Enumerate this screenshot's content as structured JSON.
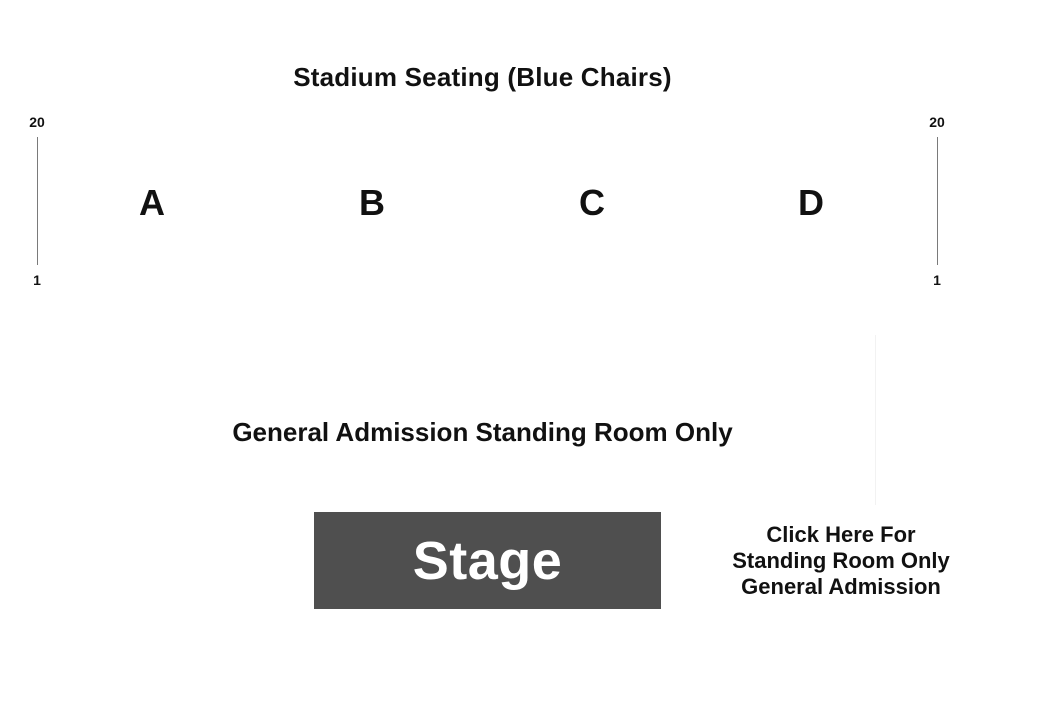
{
  "stadium": {
    "title": "Stadium Seating (Blue Chairs)",
    "sections": [
      "A",
      "B",
      "C",
      "D"
    ],
    "row_top": "20",
    "row_bottom": "1"
  },
  "general_admission": {
    "title": "General Admission Standing Room Only"
  },
  "stage": {
    "label": "Stage",
    "color": "#4f4f4f"
  },
  "ga_link": {
    "lines": [
      "Click Here For",
      "Standing Room Only",
      "General Admission"
    ]
  }
}
